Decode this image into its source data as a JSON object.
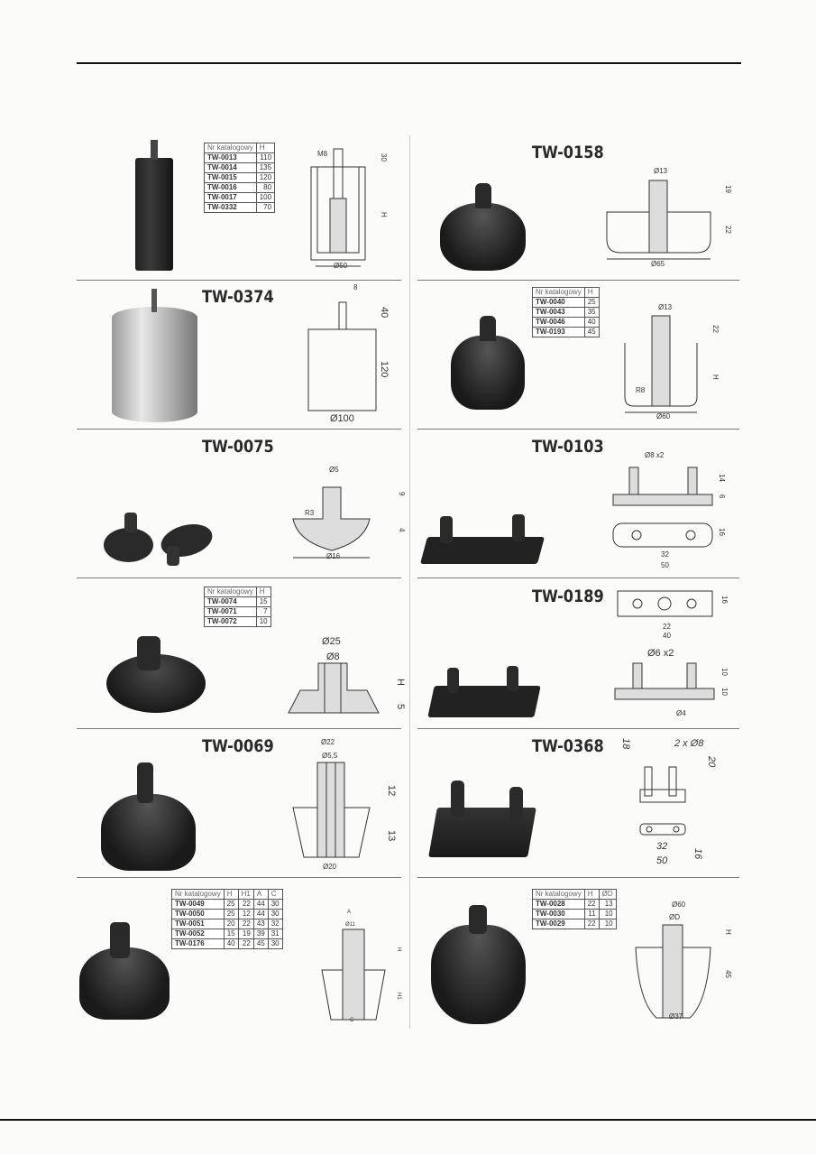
{
  "cells": [
    {
      "id": "tw-0013",
      "table": {
        "headers": [
          "Nr katalogowy",
          "H"
        ],
        "rows": [
          [
            "TW-0013",
            "110"
          ],
          [
            "TW-0014",
            "135"
          ],
          [
            "TW-0015",
            "120"
          ],
          [
            "TW-0016",
            "80"
          ],
          [
            "TW-0017",
            "100"
          ],
          [
            "TW-0332",
            "70"
          ]
        ]
      },
      "dims": [
        "M8",
        "30",
        "H",
        "Ø50"
      ]
    },
    {
      "id": "tw-0158",
      "title": "TW-0158",
      "dims": [
        "Ø13",
        "19",
        "22",
        "Ø65"
      ]
    },
    {
      "id": "tw-0374",
      "title": "TW-0374",
      "dims": [
        "8",
        "40",
        "120",
        "Ø100"
      ]
    },
    {
      "id": "tw-0040",
      "table": {
        "headers": [
          "Nr katalogowy",
          "H"
        ],
        "rows": [
          [
            "TW-0040",
            "25"
          ],
          [
            "TW-0043",
            "35"
          ],
          [
            "TW-0046",
            "40"
          ],
          [
            "TW-0193",
            "45"
          ]
        ]
      },
      "dims": [
        "Ø13",
        "22",
        "H",
        "R8",
        "Ø60"
      ]
    },
    {
      "id": "tw-0075",
      "title": "TW-0075",
      "dims": [
        "Ø5",
        "9",
        "R3",
        "4",
        "Ø16"
      ]
    },
    {
      "id": "tw-0103",
      "title": "TW-0103",
      "dims": [
        "Ø8 x2",
        "14",
        "6",
        "16",
        "32",
        "50"
      ]
    },
    {
      "id": "tw-0074",
      "table": {
        "headers": [
          "Nr katalogowy",
          "H"
        ],
        "rows": [
          [
            "TW-0074",
            "15"
          ],
          [
            "TW-0071",
            "7"
          ],
          [
            "TW-0072",
            "10"
          ]
        ]
      },
      "dims": [
        "Ø25",
        "Ø8",
        "H",
        "5"
      ]
    },
    {
      "id": "tw-0189",
      "title": "TW-0189",
      "dims": [
        "16",
        "22",
        "40",
        "Ø6 x2",
        "10",
        "10",
        "Ø4"
      ]
    },
    {
      "id": "tw-0069",
      "title": "TW-0069",
      "dims": [
        "Ø22",
        "Ø5,5",
        "12",
        "13",
        "Ø20"
      ]
    },
    {
      "id": "tw-0368",
      "title": "TW-0368",
      "dims": [
        "18",
        "2 x Ø8",
        "20",
        "32",
        "50",
        "16"
      ]
    },
    {
      "id": "tw-0049",
      "table": {
        "headers": [
          "Nr katalogowy",
          "H",
          "H1",
          "A",
          "C"
        ],
        "rows": [
          [
            "TW-0049",
            "25",
            "22",
            "44",
            "30"
          ],
          [
            "TW-0050",
            "25",
            "12",
            "44",
            "30"
          ],
          [
            "TW-0051",
            "20",
            "22",
            "43",
            "32"
          ],
          [
            "TW-0052",
            "15",
            "19",
            "39",
            "31"
          ],
          [
            "TW-0176",
            "40",
            "22",
            "45",
            "30"
          ]
        ]
      },
      "dims": [
        "A",
        "Ø11",
        "H",
        "H1",
        "C"
      ]
    },
    {
      "id": "tw-0028",
      "table": {
        "headers": [
          "Nr katalogowy",
          "H",
          "ØD"
        ],
        "rows": [
          [
            "TW-0028",
            "22",
            "13"
          ],
          [
            "TW-0030",
            "11",
            "10"
          ],
          [
            "TW-0029",
            "22",
            "10"
          ]
        ]
      },
      "dims": [
        "Ø60",
        "ØD",
        "H",
        "45",
        "Ø37"
      ]
    }
  ]
}
